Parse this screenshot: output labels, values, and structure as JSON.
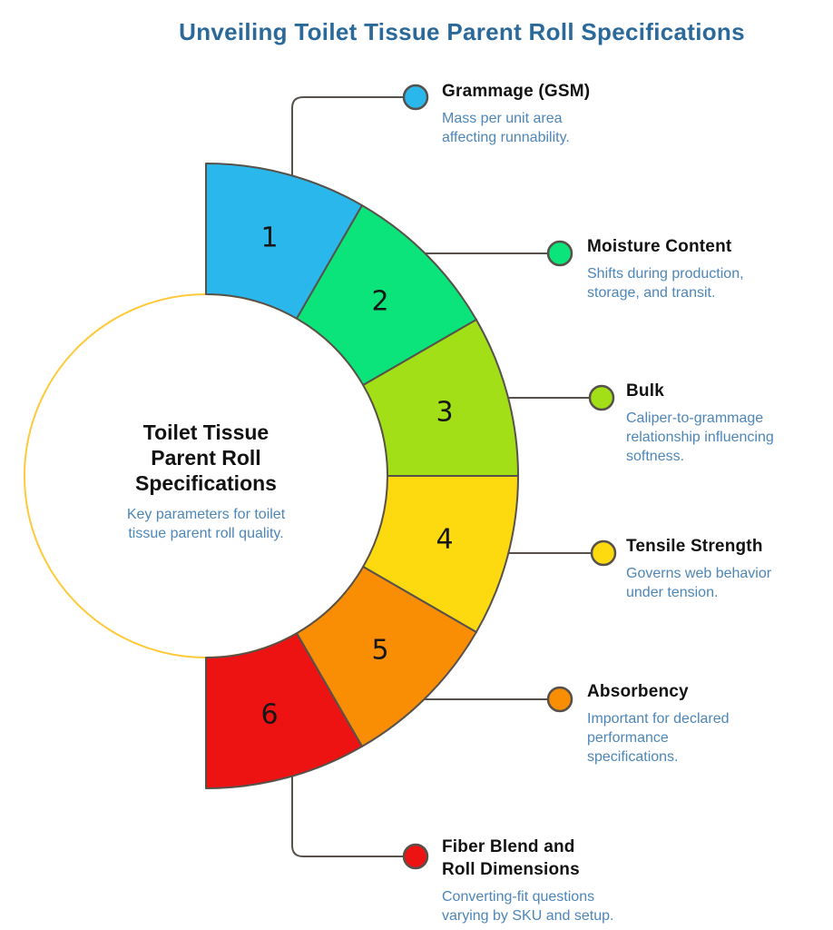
{
  "header": {
    "title": "Unveiling Toilet Tissue Parent Roll Specifications"
  },
  "center": {
    "title_lines": [
      "Toilet Tissue",
      "Parent Roll",
      "Specifications"
    ],
    "subtitle_lines": [
      "Key parameters for toilet",
      "tissue parent roll quality."
    ],
    "border_color": "#ffc93a"
  },
  "items": [
    {
      "number": "1",
      "label_lines": [
        "Grammage (GSM)"
      ],
      "desc_lines": [
        "Mass per unit area",
        "affecting runnability."
      ],
      "color": "#2ab8ec"
    },
    {
      "number": "2",
      "label_lines": [
        "Moisture Content"
      ],
      "desc_lines": [
        "Shifts during production,",
        "storage, and transit."
      ],
      "color": "#0ae47a"
    },
    {
      "number": "3",
      "label_lines": [
        "Bulk"
      ],
      "desc_lines": [
        "Caliper-to-grammage",
        "relationship influencing",
        "softness."
      ],
      "color": "#a2df16"
    },
    {
      "number": "4",
      "label_lines": [
        "Tensile Strength"
      ],
      "desc_lines": [
        "Governs web behavior",
        "under tension."
      ],
      "color": "#fdd90f"
    },
    {
      "number": "5",
      "label_lines": [
        "Absorbency"
      ],
      "desc_lines": [
        "Important for declared",
        "performance",
        "specifications."
      ],
      "color": "#f98d04"
    },
    {
      "number": "6",
      "label_lines": [
        "Fiber Blend and",
        "Roll Dimensions"
      ],
      "desc_lines": [
        "Converting-fit questions",
        "varying by SKU and setup."
      ],
      "color": "#ec1312"
    }
  ],
  "styles": {
    "outline": "#57514b",
    "label_color": "#121212",
    "desc_color": "#4d86b8",
    "header_color": "#2a6999",
    "number_color": "#161616"
  }
}
